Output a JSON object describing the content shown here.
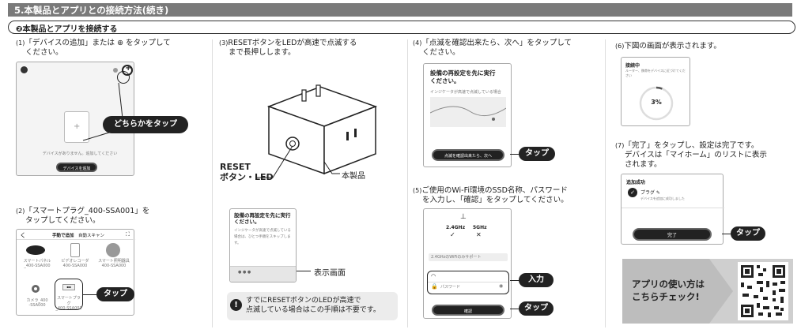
{
  "header": {
    "title": "5.本製品とアプリとの接続方法(続き)"
  },
  "section": {
    "marker": "❷",
    "title": "本製品とアプリを接続する"
  },
  "steps": {
    "s1": {
      "num": "(1)",
      "line1": "「デバイスの追加」または ⊕ をタップして",
      "line2": "ください。"
    },
    "s2": {
      "num": "(2)",
      "line1": "「スマートプラグ_400-SSA001」を",
      "line2": "タップしてください。"
    },
    "s3": {
      "num": "(3)",
      "line1": "RESETボタンをLEDが高速で点滅する",
      "line2": "まで長押しします。"
    },
    "s4": {
      "num": "(4)",
      "line1": "「点滅を確認出来たら、次へ」をタップして",
      "line2": "ください。"
    },
    "s5": {
      "num": "(5)",
      "line1": "ご使用のWi-Fi環境のSSD名称、パスワード",
      "line2": "を入力し、「確認」をタップしてください。"
    },
    "s6": {
      "num": "(6)",
      "line1": "下図の画面が表示されます。"
    },
    "s7": {
      "num": "(7)",
      "line1": "「完了」をタップし、設定は完了です。",
      "line2": "デバイスは「マイホーム」のリストに表示",
      "line3": "されます。"
    }
  },
  "callouts": {
    "either": "どちらかをタップ",
    "tap": "タップ",
    "input": "入力"
  },
  "screen1": {
    "empty_text": "デバイスがありません。追加してください",
    "add_button": "デバイスを追加"
  },
  "screen2": {
    "back": "く",
    "tab_manual": "手動で追加",
    "tab_auto": "自動スキャン",
    "devices": [
      {
        "name": "スマートパネル",
        "code": "_400-SSA000"
      },
      {
        "name": "ビデオレコーダ",
        "code": "400-SSA000"
      },
      {
        "name": "スマート照明器具",
        "code": "400-SSA000"
      },
      {
        "name": "カメラ_400",
        "code": "-SSA000"
      },
      {
        "name": "スマートプラグ",
        "code": "_400-SSA001"
      }
    ]
  },
  "device": {
    "reset_label_1": "RESET",
    "reset_label_2": "ボタン・LED",
    "product_label": "本製品"
  },
  "screen3": {
    "title_1": "設備の再設定を先に実行",
    "title_2": "ください。",
    "body": "インジケータが高速で点滅している場合は、ひとつ手順をスキップします。",
    "display_label": "表示画面"
  },
  "note": {
    "line1": "すでにRESETボタンのLEDが高速で",
    "line2": "点滅している場合はこの手順は不要です。"
  },
  "screen4": {
    "title_1": "設備の再設定を先に実行",
    "title_2": "ください。",
    "sub": "インジケータが高速で点滅している場合",
    "confirm_button": "点滅を確認出来たら、次へ"
  },
  "screen5": {
    "band1": "2.4GHz",
    "band2": "5GHz",
    "support_text": "2.4GHzのWiFiのみサポート",
    "password_placeholder": "パスワード",
    "confirm_button": "確認"
  },
  "screen6": {
    "title": "接続中",
    "sub": "ルーター、携帯をデバイスに近づけてください",
    "percent": "3%",
    "progress": 0.03
  },
  "screen7": {
    "title": "追加成功",
    "device": "プラグ",
    "sub": "デバイスを追加に成功しました",
    "done_button": "完了"
  },
  "app_guide": {
    "line1": "アプリの使い方は",
    "line2": "こちらチェック!"
  }
}
